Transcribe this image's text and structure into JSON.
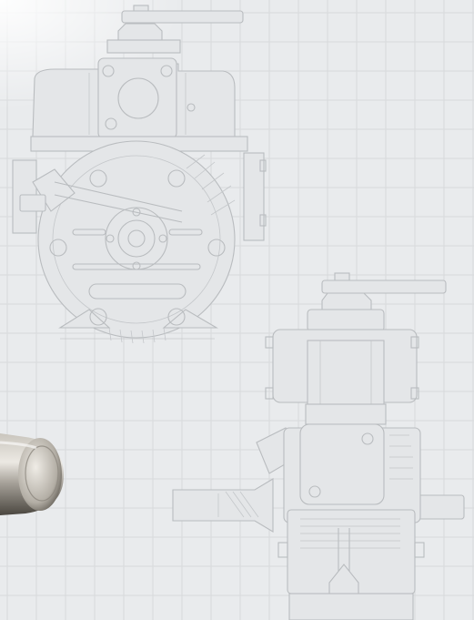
{
  "scene": {
    "background_color": "#e9ebed",
    "grid_color": "#d7d9db",
    "linework_color": "#b9bcbf",
    "metal_highlight": "#d9d6d0",
    "metal_shadow": "#4a463f"
  },
  "objects": {
    "drawing_one": "pump-front-view-drawing",
    "drawing_two": "pump-side-view-drawing",
    "cylinder": "metal-cylinder-photo"
  }
}
